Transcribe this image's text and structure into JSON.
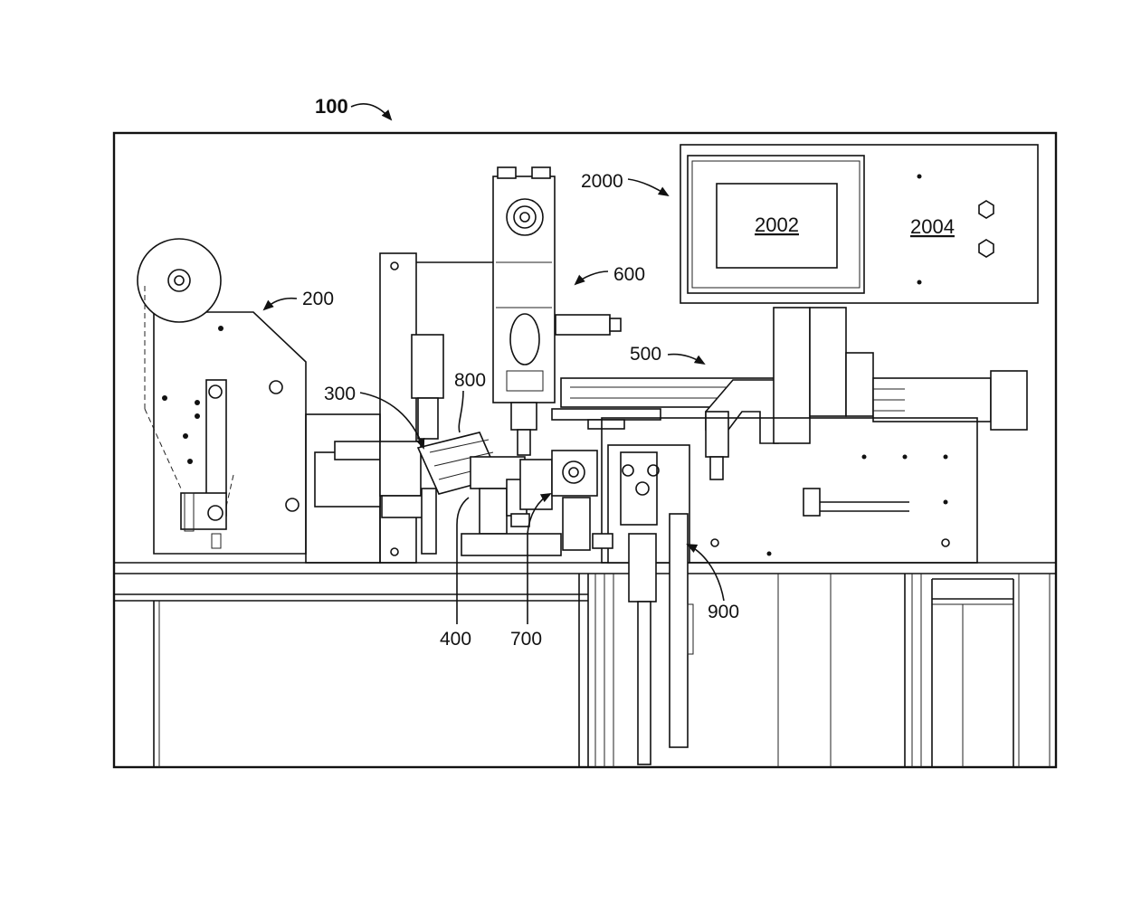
{
  "figure": {
    "labels": {
      "machine": "100",
      "unwinder": "200",
      "label_300": "300",
      "label_400": "400",
      "label_500": "500",
      "label_600": "600",
      "label_700": "700",
      "label_800": "800",
      "label_900": "900",
      "control_panel": "2000",
      "screen": "2002",
      "panel_section": "2004"
    }
  }
}
